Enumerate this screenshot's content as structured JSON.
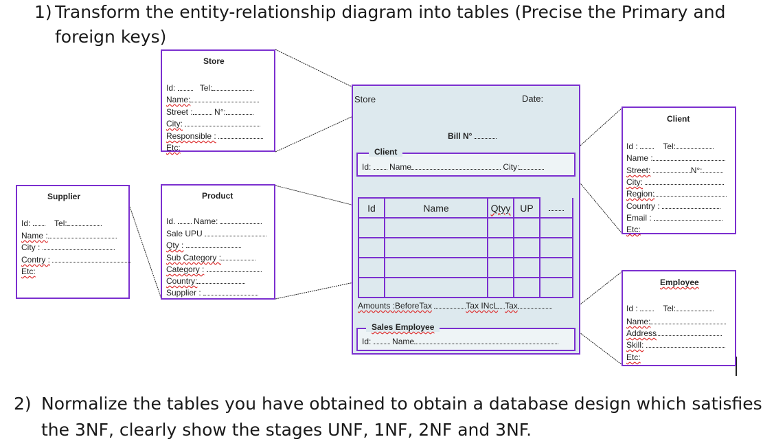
{
  "question1": {
    "number": "1)",
    "line1": "Transform the entity-relationship diagram into  tables  (Precise the Primary and",
    "line2": "foreign keys)"
  },
  "question2": {
    "number": "2)",
    "line1": "Normalize the tables you have obtained to obtain a database design which satisfies",
    "line2": "the 3NF, clearly show the stages UNF, 1NF, 2NF and 3NF."
  },
  "store": {
    "title": "Store",
    "id": "Id:",
    "tel": "Tel:",
    "name": "Name:",
    "street": "Street :",
    "no": "N°:",
    "city": "City:",
    "responsible": "Responsible :",
    "etc": "Etc:"
  },
  "product": {
    "title": "Product",
    "id": "Id.",
    "name": "Name:",
    "sale_upu": "Sale UPU",
    "qty": "Qty :",
    "sub_category": "Sub  Category :",
    "category": "Category :",
    "country": "Country:",
    "supplier": "Supplier :"
  },
  "supplier": {
    "title": "Supplier",
    "id": "Id:",
    "tel": "Tel:",
    "name": "Name :",
    "city": "City :",
    "contry": "Contry :",
    "etc": "Etc:"
  },
  "client": {
    "title": "Client",
    "id": "Id :",
    "tel": "Tel:",
    "name": "Name :",
    "street": "Street:",
    "no": "N°:",
    "city": "City:",
    "region": "Region:",
    "country": "Country :",
    "email": "Email :",
    "etc": "Etc:"
  },
  "employee": {
    "title": "Employee",
    "id": "Id :",
    "tel": "Tel:",
    "name": "Name:",
    "address": "Address",
    "skill": "Skill:",
    "etc": "Etc:"
  },
  "bill": {
    "store": "Store",
    "date": "Date:",
    "bill_no": "Bill  N°",
    "client_label": "Client",
    "client_id": "Id:",
    "client_name": "Name",
    "client_city": "City:",
    "columns": [
      "Id",
      "Name",
      "Qtyy",
      "UP"
    ],
    "amounts": "Amounts :",
    "before_tax": "BeforeTax",
    "tax_incl": "Tax INcL",
    "tax": "Tax",
    "sales_employee": "Sales Employee",
    "emp_id": "Id:",
    "emp_name": "Name"
  }
}
